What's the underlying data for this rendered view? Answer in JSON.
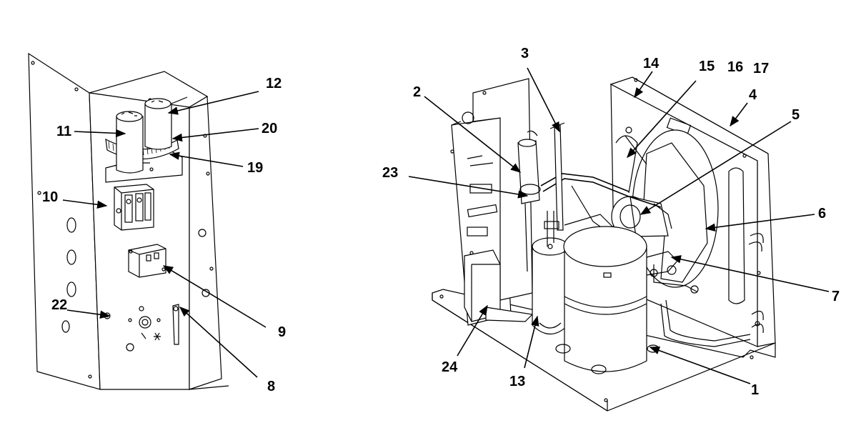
{
  "callouts": {
    "c1": "1",
    "c2": "2",
    "c3": "3",
    "c4": "4",
    "c5": "5",
    "c6": "6",
    "c7": "7",
    "c8": "8",
    "c9": "9",
    "c10": "10",
    "c11": "11",
    "c12": "12",
    "c13": "13",
    "c14": "14",
    "c15": "15",
    "c16": "16",
    "c17": "17",
    "c19": "19",
    "c20": "20",
    "c22": "22",
    "c23": "23",
    "c24": "24"
  }
}
